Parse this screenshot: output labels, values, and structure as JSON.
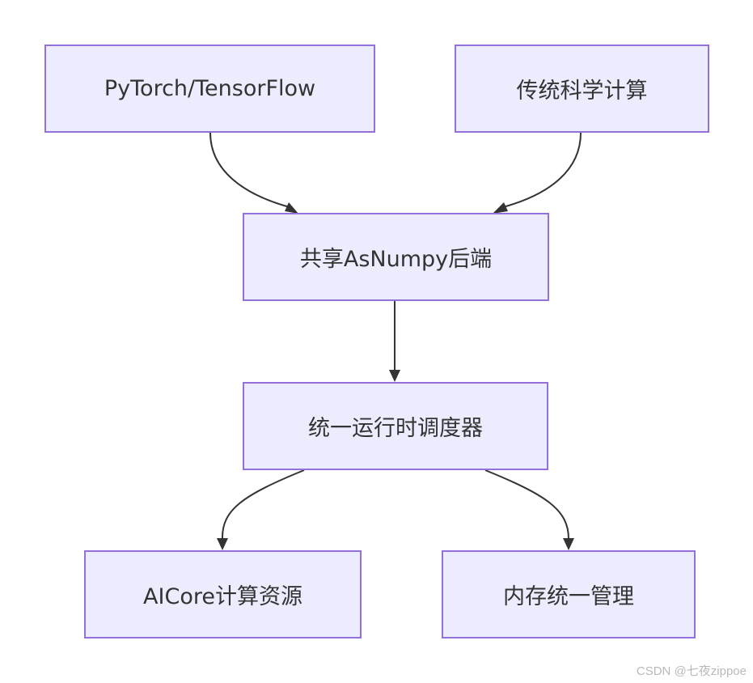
{
  "diagram": {
    "type": "flowchart",
    "direction": "top-down",
    "colors": {
      "node_fill": "#ececff",
      "node_border": "#9370db",
      "edge": "#333333",
      "text": "#333333"
    },
    "nodes": {
      "frameworks": "PyTorch/TensorFlow",
      "scientific": "传统科学计算",
      "backend": "共享AsNumpy后端",
      "scheduler": "统一运行时调度器",
      "aicore": "AICore计算资源",
      "memory": "内存统一管理"
    },
    "edges": [
      {
        "from": "frameworks",
        "to": "backend"
      },
      {
        "from": "scientific",
        "to": "backend"
      },
      {
        "from": "backend",
        "to": "scheduler"
      },
      {
        "from": "scheduler",
        "to": "aicore"
      },
      {
        "from": "scheduler",
        "to": "memory"
      }
    ]
  },
  "watermark": "CSDN @七夜zippoe"
}
